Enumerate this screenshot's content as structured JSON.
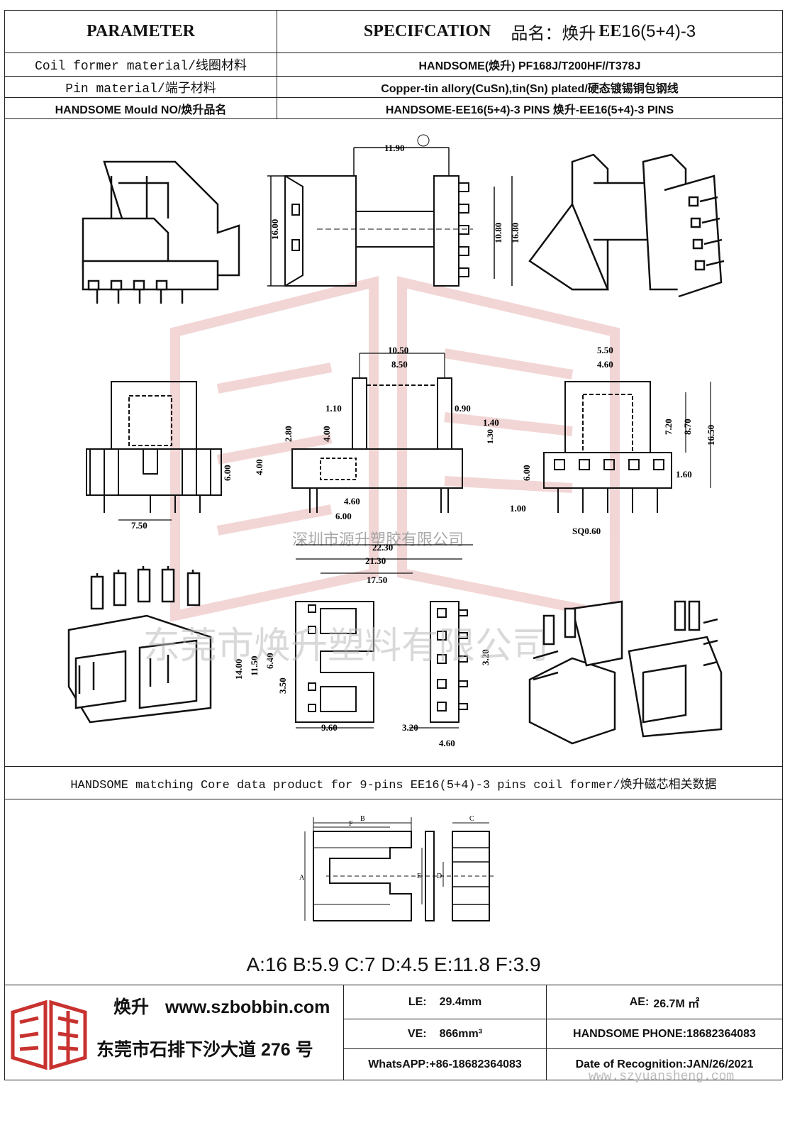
{
  "header": {
    "parameter": "PARAMETER",
    "specification_label": "SPECIFCATION",
    "product_name_label": "品名：焕升",
    "product_code_bold": "EE",
    "product_code_rest": "16(5+4)-3"
  },
  "params": [
    {
      "label": "Coil  former  material/线圈材料",
      "value": "HANDSOME(焕升)    PF168J/T200HF//T378J"
    },
    {
      "label": "Pin  material/端子材料",
      "value": "Copper-tin allory(CuSn),tin(Sn) plated/硬态镀锡铜包钢线"
    },
    {
      "label": "HANDSOME Mould NO/焕升品名",
      "value": "HANDSOME-EE16(5+4)-3 PINS    焕升-EE16(5+4)-3 PINS"
    }
  ],
  "drawing": {
    "dims_top": {
      "B": "11.90",
      "A": "16.00",
      "C": "10.80",
      "D": "16.80"
    },
    "dims_mid": {
      "E": "10.50",
      "F": "8.50",
      "left_1": "1.10",
      "right_1": "0.90",
      "r_140": "1.40",
      "r_130": "1.30",
      "s": "4.00",
      "h_280": "2.80",
      "h_400": "4.00",
      "w_460": "4.60",
      "w_600": "6.00",
      "T": "6.00",
      "w_750": "7.50",
      "H_top": "5.50",
      "H_sub": "4.60",
      "J": "7.20",
      "K": "8.70",
      "L": "16.50",
      "G": "6.00",
      "r_160": "1.60",
      "r_100": "1.00",
      "sq": "SQ0.60"
    },
    "dims_bot": {
      "Q": "22.30",
      "O": "21.30",
      "P": "17.50",
      "v1": "14.00",
      "v2": "11.50",
      "v3": "6.40",
      "v4": "3.50",
      "v_320": "3.20",
      "w_960": "9.60",
      "w_320": "3.20",
      "w_460": "4.60"
    },
    "watermark_1": "深圳市源升塑胶有限公司",
    "watermark_2": "东莞市焕升塑料有限公司"
  },
  "core_section": {
    "title": "HANDSOME matching Core data  product for 9-pins EE16(5+4)-3 pins coil former/焕升磁芯相关数据",
    "letters": {
      "A": "A",
      "B": "B",
      "C": "C",
      "D": "D",
      "E": "E",
      "F": "F"
    },
    "dims_text": "A:16 B:5.9 C:7 D:4.5 E:11.8 F:3.9"
  },
  "footer": {
    "brand": "焕升",
    "website": "www.szbobbin.com",
    "address": "东莞市石排下沙大道 276 号",
    "le_label": "LE:",
    "le_value": "29.4mm",
    "ae_label": "AE:",
    "ae_value": "26.7M ㎡",
    "ve_label": "VE:",
    "ve_value": "866mm³",
    "phone": "HANDSOME PHONE:18682364083",
    "whatsapp": "WhatsAPP:+86-18682364083",
    "date": "Date of Recognition:JAN/26/2021",
    "watermark_url": "www.szyuansheng.com"
  },
  "colors": {
    "logo_red": "#c8322f",
    "watermark_red": "#e8b0b0",
    "line": "#222222"
  }
}
